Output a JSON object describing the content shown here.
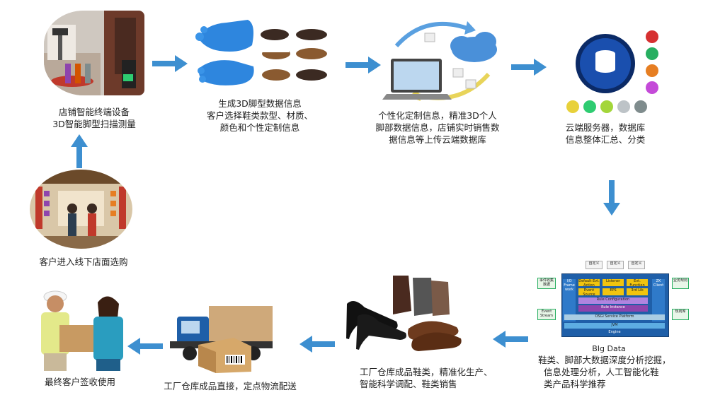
{
  "nodes": {
    "store_device": {
      "lines": [
        "店铺智能终端设备",
        "3D智能脚型扫描测量"
      ]
    },
    "foot_model": {
      "lines": [
        "生成3D脚型数据信息",
        "客户选择鞋类款型、材质、",
        "颜色和个性定制信息"
      ]
    },
    "upload": {
      "lines": [
        "个性化定制信息，精准3D个人",
        "脚部数据信息，店铺实时销售数",
        "据信息等上传云端数据库"
      ]
    },
    "cloud_server": {
      "lines": [
        "云端服务器，数据库",
        "信息整体汇总、分类"
      ]
    },
    "big_data": {
      "title": "BIg Data",
      "engine_label": "Engine",
      "lines": [
        "鞋类、脚部大数据深度分析挖掘，",
        "信息处理分析，人工智能化鞋",
        "类产品科学推荐"
      ],
      "top_boxes": [
        "自定义",
        "自定义",
        "自定义"
      ],
      "left_boxes": [
        "事件收集数据",
        "Event Stream"
      ],
      "right_boxes": [
        "业务规则",
        "规则库"
      ],
      "io_label": "I/O Frame work",
      "zk_label": "ZK Client",
      "inner_row1": [
        "Default Evt. Action",
        "Listener",
        "Evt. Function"
      ],
      "inner_row2": [
        "Event Source",
        "EPS",
        "3rd Lib"
      ],
      "rule_config": "Rule Configuration",
      "rule_instance": "Rule Instance",
      "osgi": "OSGi Service Platform",
      "jvm": "JVM"
    },
    "factory_sales": {
      "lines": [
        "工厂仓库成品鞋类，精准化生产、",
        "智能科学调配、鞋类销售"
      ]
    },
    "logistics": {
      "lines": [
        "工厂仓库成品直接，定点物流配送"
      ]
    },
    "customer_sign": {
      "lines": [
        "最终客户签收使用"
      ]
    },
    "store_visit": {
      "lines": [
        "客户进入线下店面选购"
      ]
    }
  },
  "colors": {
    "arrow": "#3d8fd0",
    "cloud": "#4a90d9",
    "foot": "#2e86de",
    "bigdata_bg": "#1f5fa8"
  }
}
